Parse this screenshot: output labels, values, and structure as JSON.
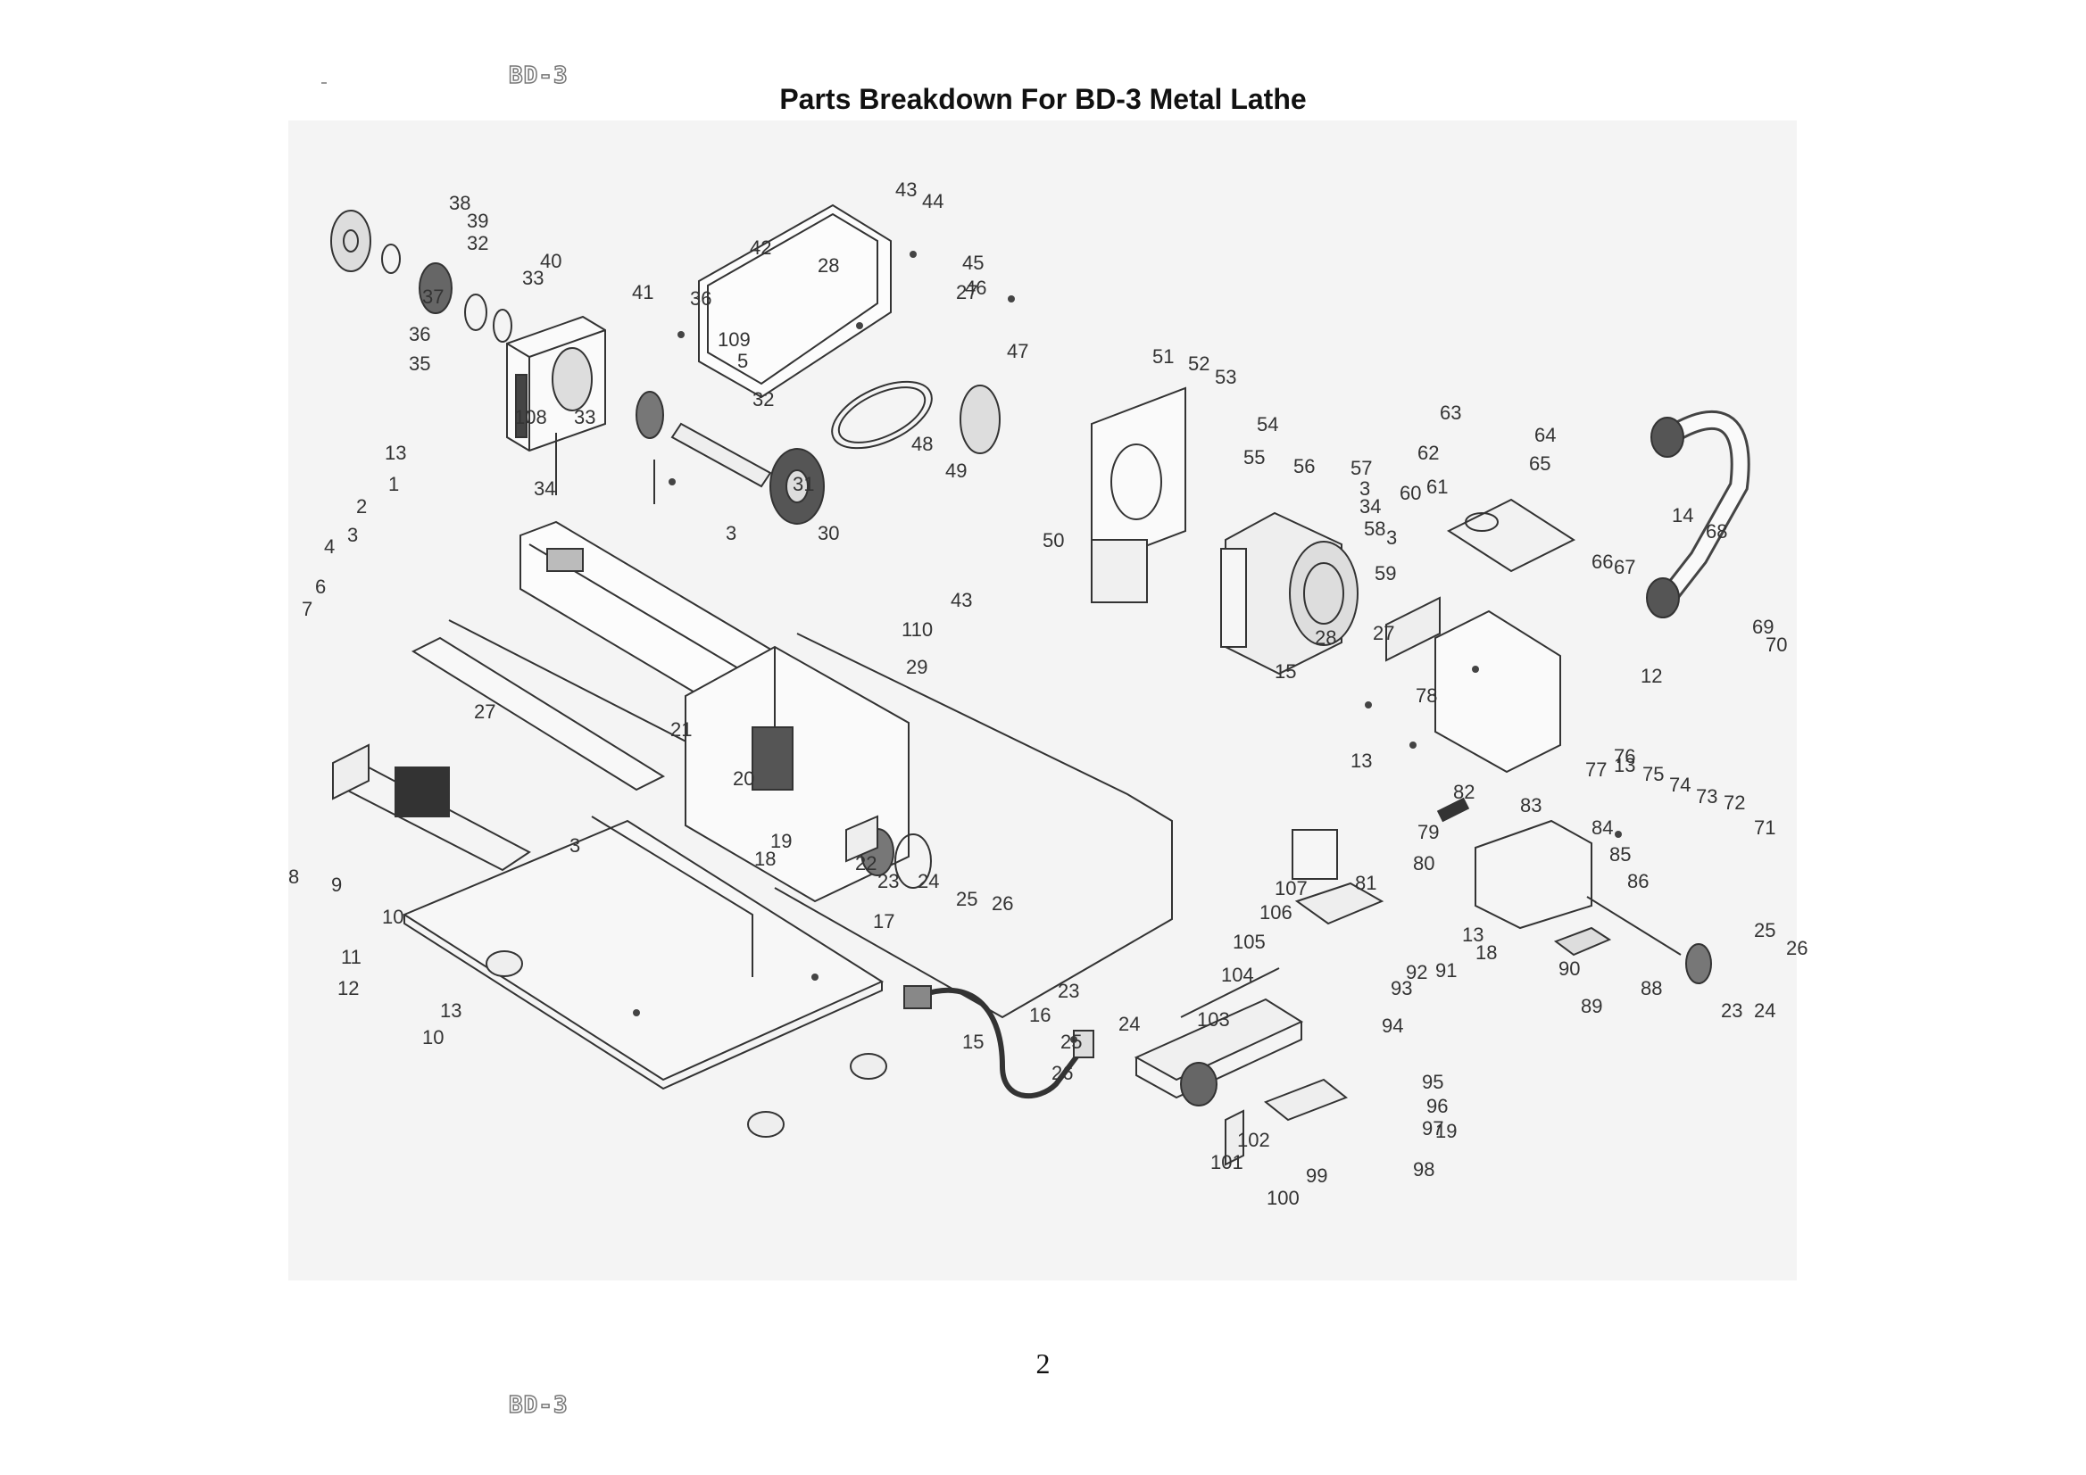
{
  "header": {
    "model_code": "BD-3",
    "mark": "˘"
  },
  "title": "Parts Breakdown For BD-3 Metal Lathe",
  "page_number": "2",
  "footer": {
    "model_code": "BD-3"
  },
  "diagram": {
    "callouts": [
      "1",
      "2",
      "3",
      "3",
      "3",
      "3",
      "3",
      "4",
      "5",
      "6",
      "7",
      "8",
      "9",
      "10",
      "10",
      "11",
      "12",
      "12",
      "13",
      "13",
      "13",
      "13",
      "13",
      "14",
      "15",
      "15",
      "16",
      "17",
      "18",
      "18",
      "19",
      "19",
      "20",
      "21",
      "22",
      "23",
      "23",
      "23",
      "24",
      "24",
      "24",
      "25",
      "25",
      "25",
      "26",
      "26",
      "26",
      "27",
      "27",
      "27",
      "28",
      "28",
      "29",
      "30",
      "31",
      "32",
      "32",
      "33",
      "33",
      "34",
      "34",
      "35",
      "36",
      "36",
      "37",
      "38",
      "39",
      "40",
      "41",
      "42",
      "43",
      "43",
      "44",
      "45",
      "46",
      "47",
      "48",
      "49",
      "50",
      "51",
      "52",
      "53",
      "54",
      "55",
      "56",
      "57",
      "58",
      "59",
      "60",
      "61",
      "62",
      "63",
      "64",
      "65",
      "66",
      "67",
      "68",
      "69",
      "70",
      "71",
      "72",
      "73",
      "74",
      "75",
      "76",
      "77",
      "78",
      "79",
      "80",
      "81",
      "82",
      "83",
      "84",
      "85",
      "86",
      "88",
      "89",
      "90",
      "91",
      "92",
      "93",
      "94",
      "95",
      "96",
      "97",
      "98",
      "99",
      "100",
      "101",
      "102",
      "103",
      "104",
      "105",
      "106",
      "107",
      "108",
      "109",
      "110"
    ]
  }
}
